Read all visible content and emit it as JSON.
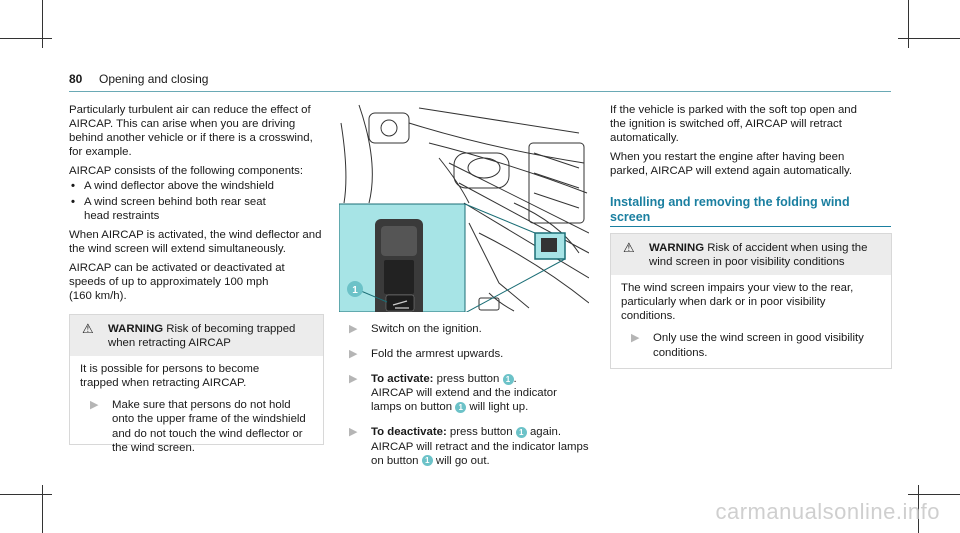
{
  "header": {
    "page_number": "80",
    "title": "Opening and closing"
  },
  "left_column": {
    "intro": "Particularly turbulent air can reduce the effect of AIRCAP. This can arise when you are driving behind another vehicle or if there is a crosswind, for example.",
    "components_intro": "AIRCAP consists of the following components:",
    "components": [
      "A wind deflector above the windshield",
      "A wind screen behind both rear seat head restraints"
    ],
    "activation_text": "When AIRCAP is activated, the wind deflector and the wind screen will extend simultaneously.",
    "speed_text": "AIRCAP can be activated or deactivated at speeds of up to approximately 100 mph (160 km/h).",
    "warning": {
      "label": "WARNING",
      "title": "Risk of becoming trapped when retracting AIRCAP",
      "body": "It is possible for persons to become trapped when retracting AIRCAP.",
      "instruction": "Make sure that persons do not hold onto the upper frame of the windshield and do not touch the wind deflector or the wind screen."
    }
  },
  "figure": {
    "callout": "1"
  },
  "middle_column": {
    "steps": [
      {
        "text": "Switch on the ignition."
      },
      {
        "text": "Fold the armrest upwards."
      },
      {
        "lead": "To activate:",
        "text_a": " press button ",
        "badge": "1",
        "text_b": ".",
        "text_c": "AIRCAP will extend and the indicator lamps on button ",
        "badge2": "1",
        "text_d": " will light up."
      },
      {
        "lead": "To deactivate:",
        "text_a": " press button ",
        "badge": "1",
        "text_b": " again.",
        "text_c": "AIRCAP will retract and the indicator lamps on button ",
        "badge2": "1",
        "text_d": " will go out."
      }
    ]
  },
  "right_column": {
    "parked_text": "If the vehicle is parked with the soft top open and the ignition is switched off, AIRCAP will retract automatically.",
    "restart_text": "When you restart the engine after having been parked, AIRCAP will extend again automatically.",
    "section_title": "Installing and removing the folding wind screen",
    "warning": {
      "label": "WARNING",
      "title": "Risk of accident when using the wind screen in poor visibility conditions",
      "body": "The wind screen impairs your view to the rear, particularly when dark or in poor visibility conditions.",
      "instruction": "Only use the wind screen in good visibility conditions."
    }
  },
  "watermark": "carmanualsonline.info"
}
